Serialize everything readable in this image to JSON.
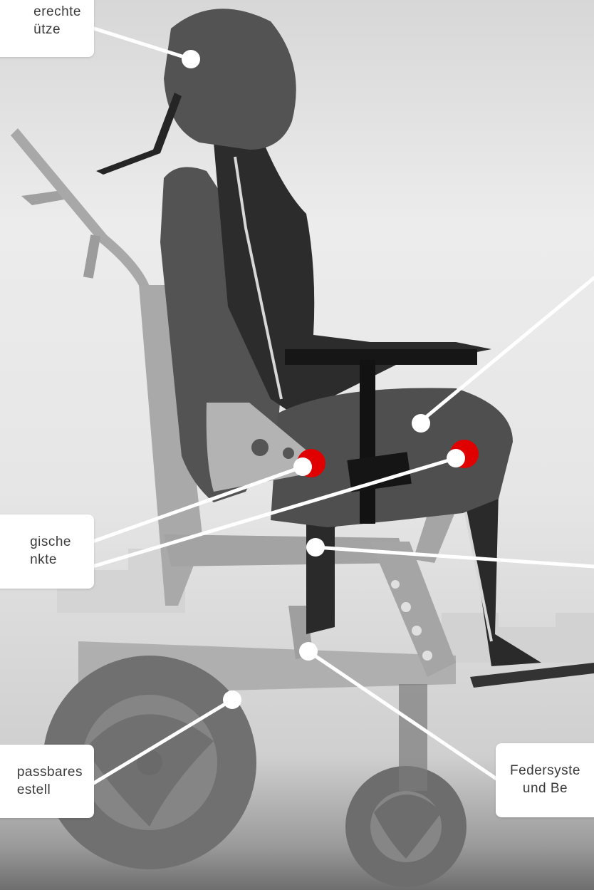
{
  "callouts": {
    "headrest": {
      "lines": [
        "erechte",
        "ütze"
      ]
    },
    "joints": {
      "lines": [
        "gische",
        "nkte"
      ]
    },
    "frame": {
      "lines": [
        "passbares",
        "estell"
      ]
    },
    "spring": {
      "lines": [
        "Federsyste",
        "und Be"
      ]
    }
  },
  "colors": {
    "pivot_red": "#e00000",
    "leader_line": "#ffffff",
    "seat_dark": "#4b4b4b",
    "frame_grey": "#a6a6a6",
    "wheel_grey": "#6f6f6f"
  },
  "icons": {
    "callout_marker": "white-dot",
    "pivot_marker": "red-dot"
  }
}
